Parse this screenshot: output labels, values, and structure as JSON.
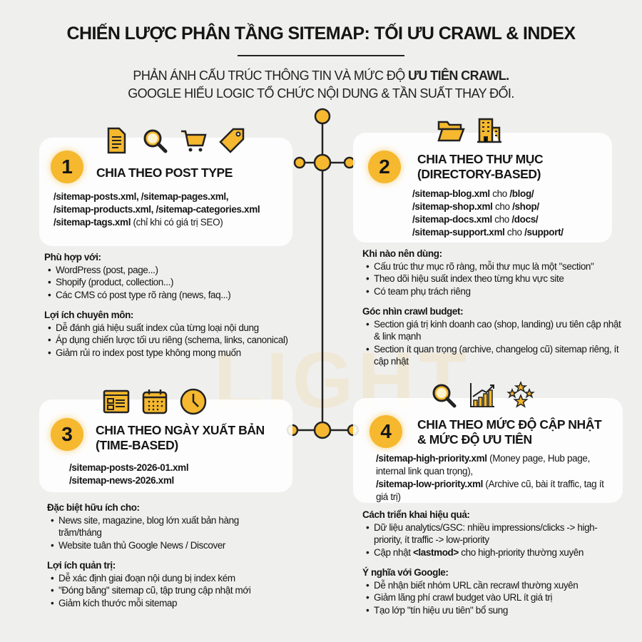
{
  "title": "CHIẾN LƯỢC PHÂN TẦNG SITEMAP: TỐI ƯU CRAWL & INDEX",
  "subtitle": {
    "line1_prefix": "PHẢN ÁNH CẤU TRÚC THÔNG TIN VÀ MỨC ĐỘ ",
    "line1_bold": "ƯU TIÊN CRAWL.",
    "line2": "GOOGLE HIỂU LOGIC TỔ CHỨC NỘI DUNG & TẦN SUẤT THAY ĐỔI."
  },
  "watermark": "LIGHT",
  "colors": {
    "accent": "#F5B82E",
    "background": "#EFEFED",
    "text": "#151515"
  },
  "sections": [
    {
      "number": "1",
      "title_lines": [
        "CHIA THEO POST TYPE"
      ],
      "icons": [
        "document-icon",
        "search-icon",
        "cart-icon",
        "tag-icon"
      ],
      "codes": [
        [
          {
            "t": "/sitemap-posts.xml, /sitemap-pages.xml,",
            "b": true
          }
        ],
        [
          {
            "t": "/sitemap-products.xml, /sitemap-categories.xml",
            "b": true
          }
        ],
        [
          {
            "t": "/sitemap-tags.xml",
            "b": true
          },
          {
            "t": " (chỉ khi có giá trị SEO)",
            "b": false
          }
        ]
      ],
      "groups": [
        {
          "heading": "Phù hợp với:",
          "bullets": [
            [
              {
                "t": "WordPress (post, page...)"
              }
            ],
            [
              {
                "t": "Shopify (product, collection...)"
              }
            ],
            [
              {
                "t": "Các CMS có post type rõ ràng (news, faq...)"
              }
            ]
          ]
        },
        {
          "heading": "Lợi ích chuyên môn:",
          "bullets": [
            [
              {
                "t": "Dễ đánh giá hiệu suất index của từng loại nội dung"
              }
            ],
            [
              {
                "t": "Áp dụng chiến lược tối ưu riêng (schema, links, canonical)"
              }
            ],
            [
              {
                "t": "Giảm rủi ro index post type không mong muốn"
              }
            ]
          ]
        }
      ]
    },
    {
      "number": "2",
      "title_lines": [
        "CHIA THEO THƯ MỤC",
        "(DIRECTORY-BASED)"
      ],
      "icons": [
        "folder-icon",
        "building-icon"
      ],
      "codes": [
        [
          {
            "t": "/sitemap-blog.xml",
            "b": true
          },
          {
            "t": " cho ",
            "b": false
          },
          {
            "t": "/blog/",
            "b": true
          }
        ],
        [
          {
            "t": "/sitemap-shop.xml",
            "b": true
          },
          {
            "t": " cho ",
            "b": false
          },
          {
            "t": "/shop/",
            "b": true
          }
        ],
        [
          {
            "t": "/sitemap-docs.xml",
            "b": true
          },
          {
            "t": " cho ",
            "b": false
          },
          {
            "t": "/docs/",
            "b": true
          }
        ],
        [
          {
            "t": "/sitemap-support.xml",
            "b": true
          },
          {
            "t": " cho ",
            "b": false
          },
          {
            "t": "/support/",
            "b": true
          }
        ]
      ],
      "groups": [
        {
          "heading": "Khi nào nên dùng:",
          "bullets": [
            [
              {
                "t": "Cấu trúc thư mục rõ ràng, mỗi thư mục là một \"section\""
              }
            ],
            [
              {
                "t": "Theo dõi hiệu suất index theo từng khu vực site"
              }
            ],
            [
              {
                "t": "Có team phụ trách riêng"
              }
            ]
          ]
        },
        {
          "heading": "Góc nhìn crawl budget:",
          "bullets": [
            [
              {
                "t": "Section giá trị kinh doanh cao (shop, landing) ưu tiên cập nhật & link mạnh"
              }
            ],
            [
              {
                "t": "Section ít quan trọng (archive, changelog cũ) sitemap riêng, ít cập nhật"
              }
            ]
          ]
        }
      ]
    },
    {
      "number": "3",
      "title_lines": [
        "CHIA THEO NGÀY XUẤT BẢN",
        "(TIME-BASED)"
      ],
      "icons": [
        "webpage-icon",
        "calendar-icon",
        "clock-icon"
      ],
      "codes": [
        [
          {
            "t": "/sitemap-posts-2026-01.xml",
            "b": true
          }
        ],
        [
          {
            "t": "/sitemap-news-2026.xml",
            "b": true
          }
        ]
      ],
      "groups": [
        {
          "heading": "Đặc biệt hữu ích cho:",
          "bullets": [
            [
              {
                "t": "News site, magazine, blog lớn xuất bản hàng trăm/tháng"
              }
            ],
            [
              {
                "t": "Website tuân thủ Google News / Discover"
              }
            ]
          ]
        },
        {
          "heading": "Lợi ích quản trị:",
          "bullets": [
            [
              {
                "t": "Dễ xác định giai đoạn nội dung bị index kém"
              }
            ],
            [
              {
                "t": "\"Đóng băng\" sitemap cũ, tập trung cập nhật mới"
              }
            ],
            [
              {
                "t": "Giảm kích thước mỗi sitemap"
              }
            ]
          ]
        }
      ]
    },
    {
      "number": "4",
      "title_lines": [
        "CHIA THEO MỨC ĐỘ CẬP NHẬT",
        "& MỨC ĐỘ ƯU TIÊN"
      ],
      "icons": [
        "search-icon",
        "bar-chart-icon",
        "stars-icon"
      ],
      "codes": [
        [
          {
            "t": "/sitemap-high-priority.xml",
            "b": true
          },
          {
            "t": " (Money page, Hub page, internal link quan trọng),",
            "b": false
          }
        ],
        [
          {
            "t": "/sitemap-low-priority.xml",
            "b": true
          },
          {
            "t": " (Archive cũ, bài ít traffic, tag ít giá trị)",
            "b": false
          }
        ]
      ],
      "groups": [
        {
          "heading": "Cách triển khai hiệu quả:",
          "bullets": [
            [
              {
                "t": "Dữ liệu analytics/GSC: nhiều impressions/clicks -> high-priority, ít traffic -> low-priority"
              }
            ],
            [
              {
                "t": "Cập nhật "
              },
              {
                "t": "<lastmod>",
                "b": true
              },
              {
                "t": " cho high-priority thường xuyên"
              }
            ]
          ]
        },
        {
          "heading": "Ý nghĩa với Google:",
          "bullets": [
            [
              {
                "t": "Dễ nhận biết nhóm URL cần recrawl thường xuyên"
              }
            ],
            [
              {
                "t": "Giảm lãng phí crawl budget vào URL ít giá trị"
              }
            ],
            [
              {
                "t": "Tạo lớp \"tín hiệu ưu tiên\" bổ sung"
              }
            ]
          ]
        }
      ]
    }
  ]
}
